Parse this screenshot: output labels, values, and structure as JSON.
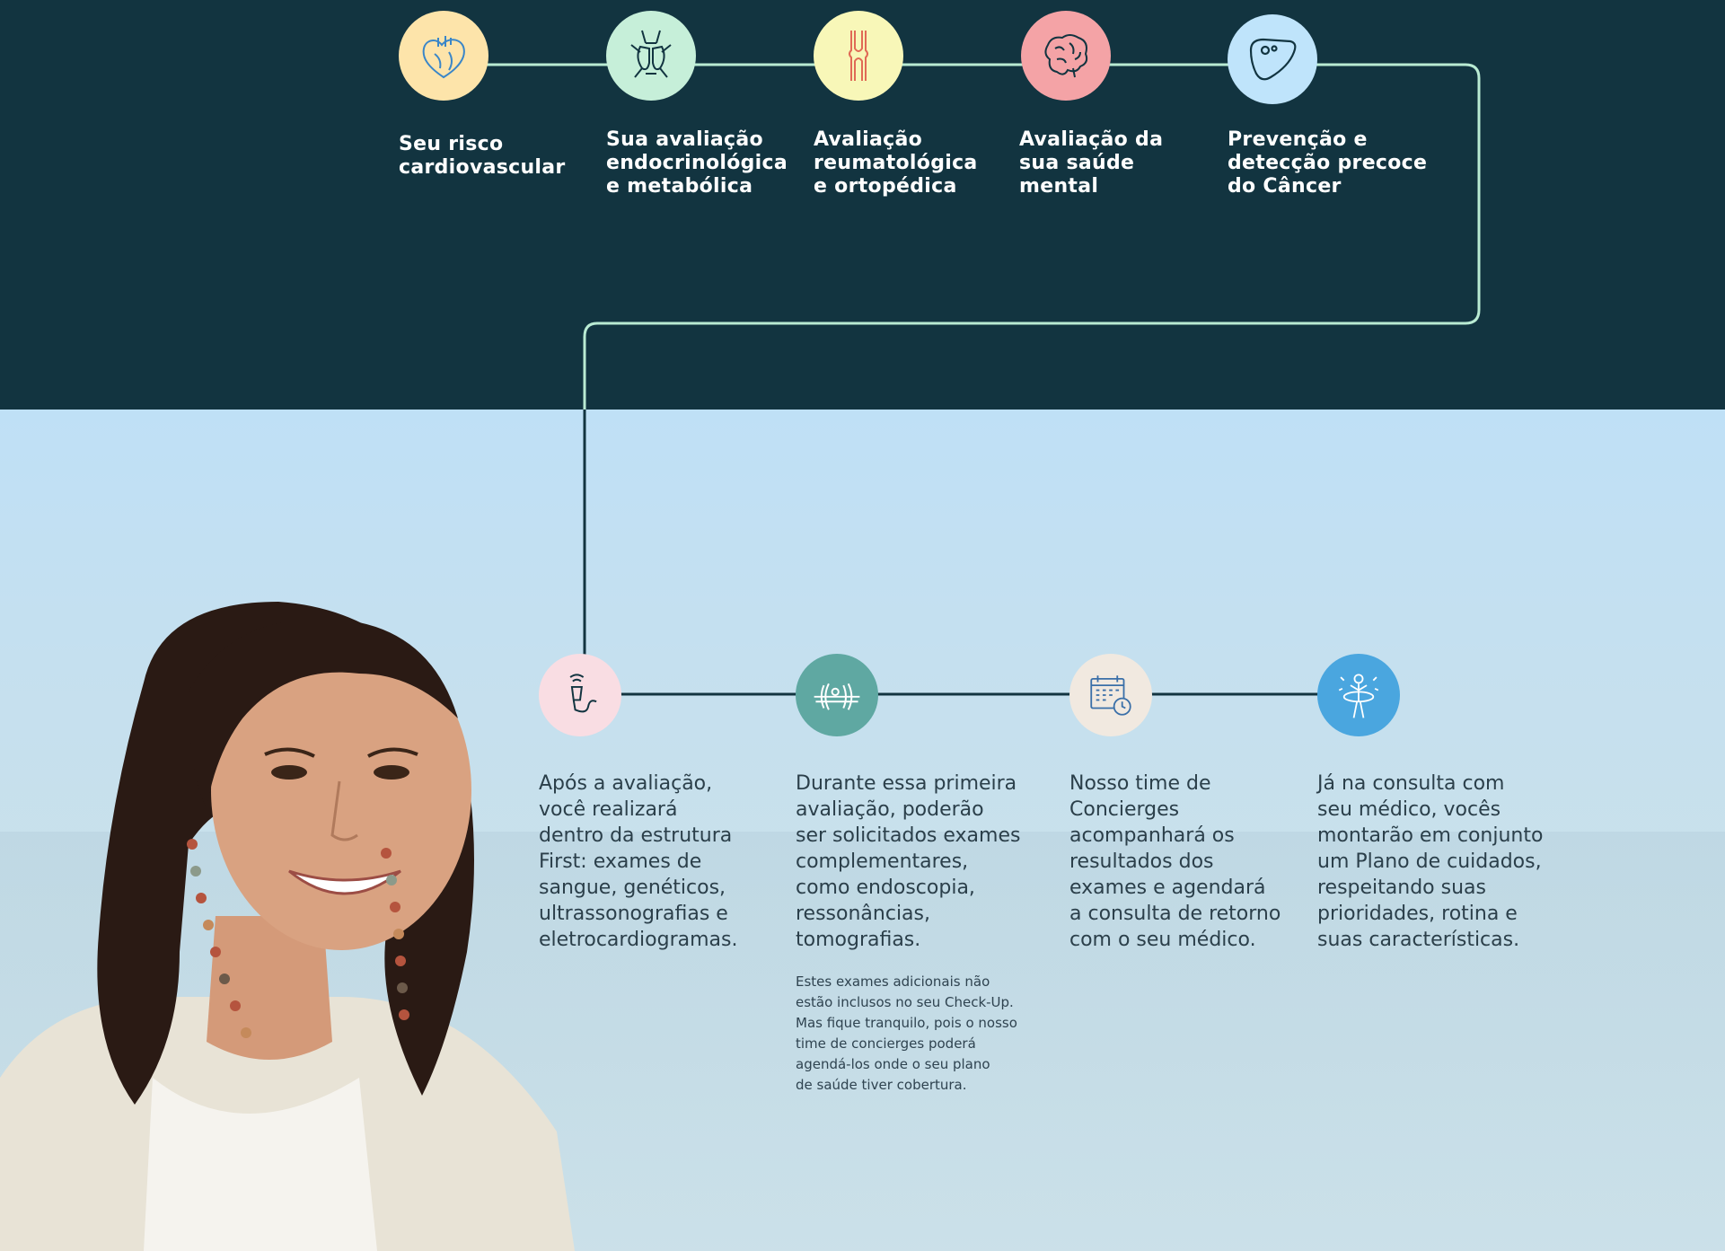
{
  "colors": {
    "top_bg": "#123440",
    "connector_top": "#b9ebd3",
    "connector_bottom": "#123440"
  },
  "top_steps": [
    {
      "label": "Seu risco\ncardiovascular",
      "icon": "heart-icon",
      "color": "#fde4aa"
    },
    {
      "label": "Sua avaliação\nendocrinológica\ne metabólica",
      "icon": "thyroid-icon",
      "color": "#c6efd9"
    },
    {
      "label": "Avaliação\nreumatológica\ne ortopédica",
      "icon": "knee-joint-icon",
      "color": "#f8f7b8"
    },
    {
      "label": "Avaliação da\nsua saúde\nmental",
      "icon": "brain-icon",
      "color": "#f4a3a6"
    },
    {
      "label": "Prevenção e\ndetecção precoce\ndo Câncer",
      "icon": "liver-icon",
      "color": "#bfe4fb"
    }
  ],
  "bottom_steps": [
    {
      "text": "Após a avaliação,\nvocê realizará\ndentro da estrutura\nFirst: exames de\nsangue, genéticos,\nultrassonografias e\neletrocardiogramas.",
      "icon": "ultrasound-probe-icon",
      "color": "#f9dde3"
    },
    {
      "text": "Durante essa primeira\navaliação, poderão\nser solicitados exames\ncomplementares,\ncomo endoscopia,\nressonâncias,\ntomografias.",
      "icon": "mri-scanner-icon",
      "color": "#5fa8a2",
      "note": "Estes exames adicionais não\nestão inclusos no seu Check-Up.\nMas fique tranquilo, pois o nosso\ntime de concierges poderá\nagendá-los onde o seu plano\nde saúde tiver cobertura."
    },
    {
      "text": "Nosso time de\nConcierges\nacompanhará os\nresultados dos\nexames e agendará\na consulta de retorno\ncom o seu médico.",
      "icon": "calendar-clock-icon",
      "color": "#f1e9e0"
    },
    {
      "text": "Já na consulta com\nseu médico, vocês\nmontarão em conjunto\num Plano de cuidados,\nrespeitando suas\nprioridades, rotina e\nsuas características.",
      "icon": "hula-hoop-person-icon",
      "color": "#4aa6df"
    }
  ]
}
